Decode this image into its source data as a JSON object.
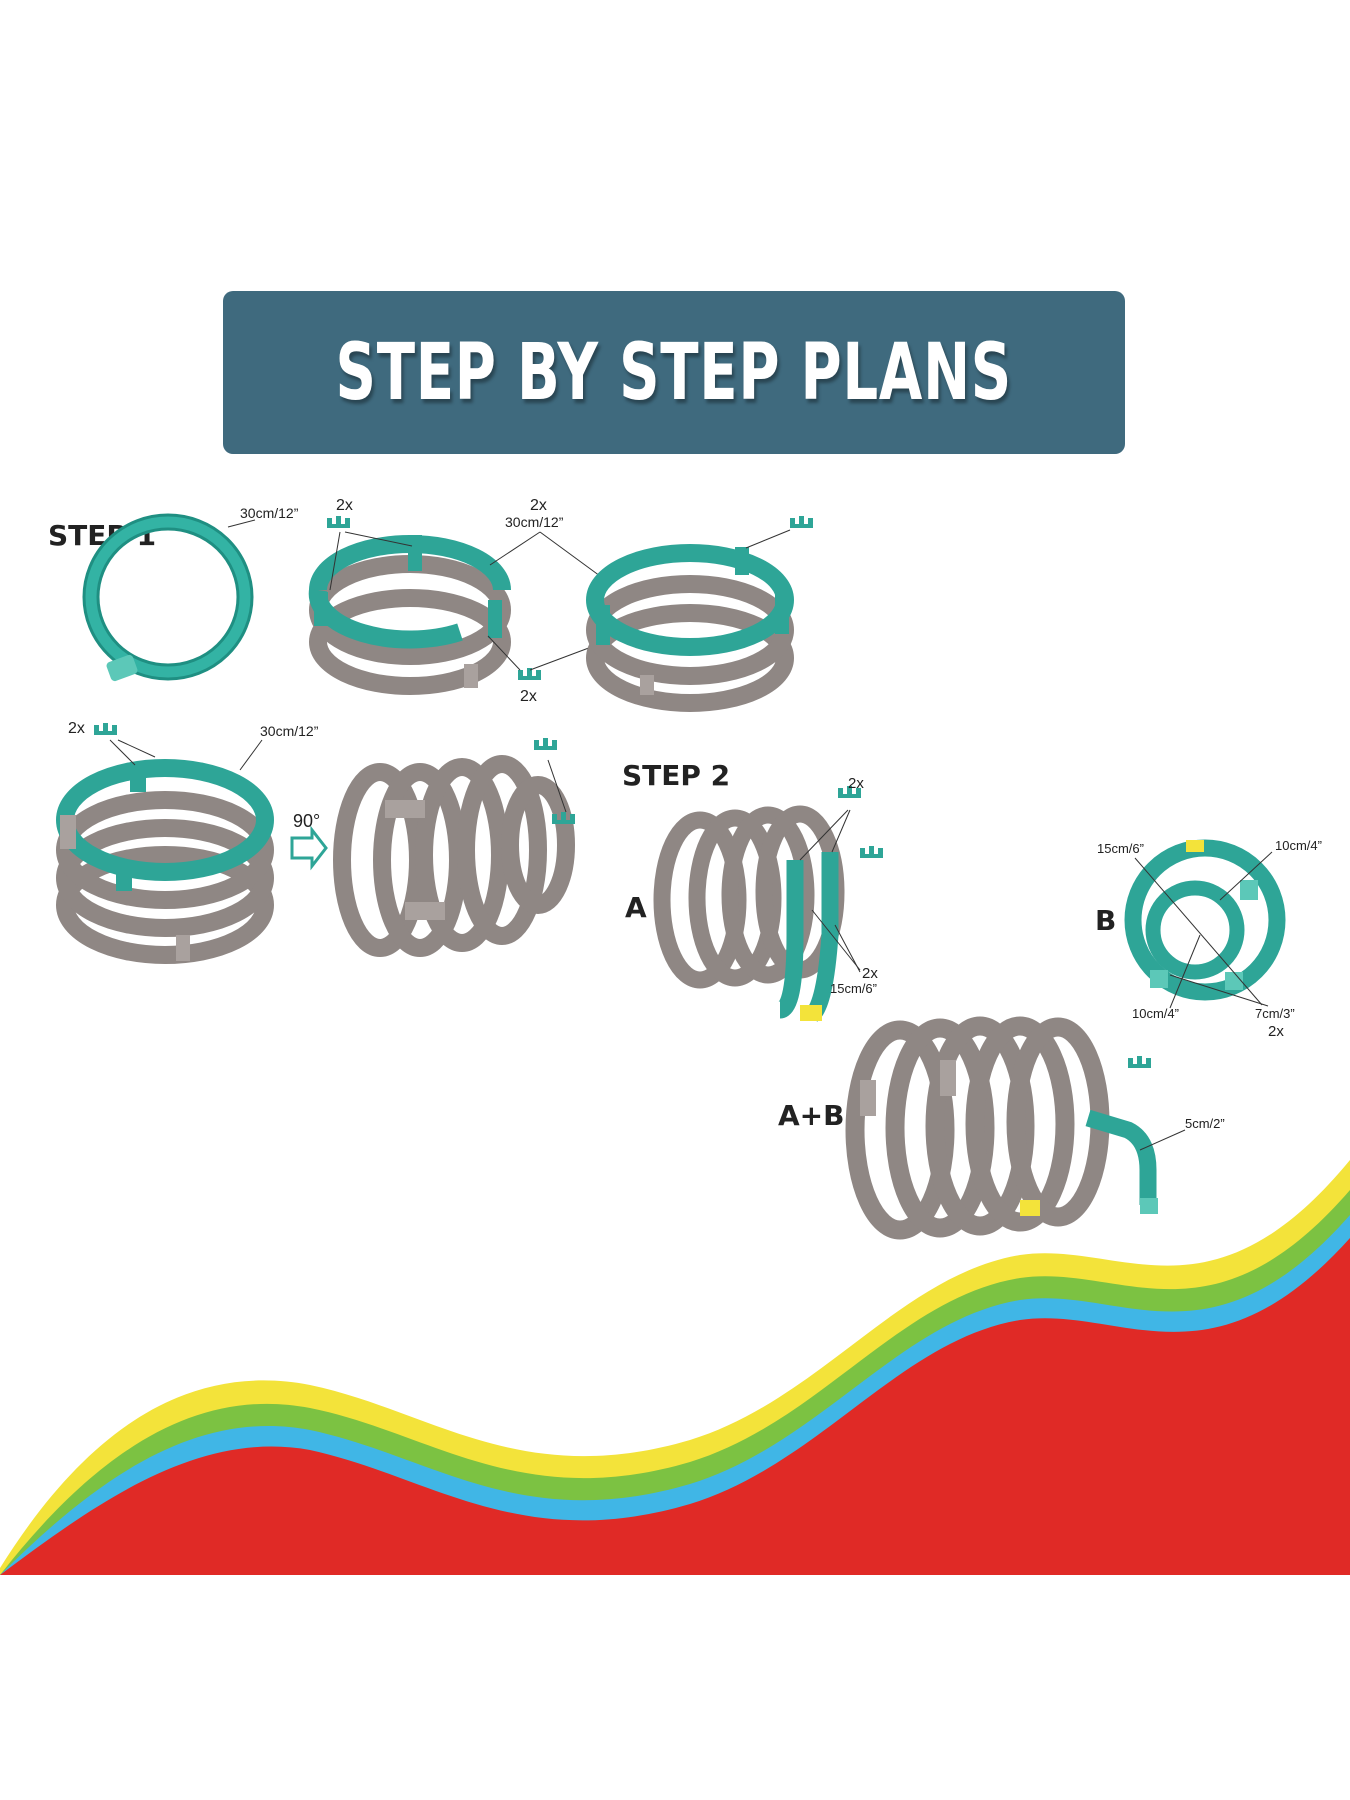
{
  "header": {
    "title": "STEP BY STEP PLANS"
  },
  "steps": {
    "step1_label": "STEP 1",
    "step2_label": "STEP 2",
    "label_a": "A",
    "label_b": "B",
    "label_ab": "A+B"
  },
  "annotations": {
    "s1_ring_len": "30cm/12”",
    "s1_clip_qty_top": "2x",
    "s1_ring_qty": "2x",
    "s1_ring_len_2": "30cm/12”",
    "s1_clip_qty_bottom": "2x",
    "s1b_clip_qty": "2x",
    "s1b_ring_len": "30cm/12”",
    "rotate": "90°",
    "a_clip_qty": "2x",
    "a_tube_qty": "2x",
    "a_tube_len": "15cm/6”",
    "b_top_left": "15cm/6”",
    "b_top_right": "10cm/4”",
    "b_bottom_left": "10cm/4”",
    "b_bottom_right": "7cm/3”",
    "b_bottom_qty": "2x",
    "ab_tube_len": "5cm/2”"
  },
  "colors": {
    "banner": "#3f6a7e",
    "teal": "#2ea597",
    "gray": "#8f8784",
    "red": "#e02a26",
    "yellow": "#f3e33a",
    "green": "#7cc242",
    "blue": "#40b6e6"
  }
}
